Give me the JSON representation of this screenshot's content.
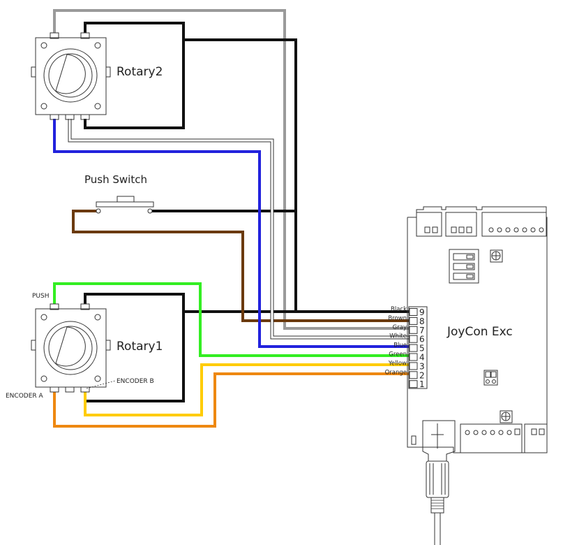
{
  "components": {
    "rotary2": "Rotary2",
    "rotary1": "Rotary1",
    "push_switch": "Push Switch",
    "controller": "JoyCon Exc"
  },
  "pin_labels": {
    "push": "PUSH",
    "encoder_a": "ENCODER A",
    "encoder_b": "ENCODER B"
  },
  "terminal": {
    "pins": [
      {
        "num": "9",
        "wire": "Black",
        "color": "#111111"
      },
      {
        "num": "8",
        "wire": "Brown",
        "color": "#6b3a0d"
      },
      {
        "num": "7",
        "wire": "Gray",
        "color": "#9a9a9a"
      },
      {
        "num": "6",
        "wire": "White",
        "color": "#ffffff"
      },
      {
        "num": "5",
        "wire": "Blue",
        "color": "#2222dd"
      },
      {
        "num": "4",
        "wire": "Green",
        "color": "#33ee22"
      },
      {
        "num": "3",
        "wire": "Yellow",
        "color": "#ffcc00"
      },
      {
        "num": "2",
        "wire": "Orange",
        "color": "#ee8811"
      },
      {
        "num": "1",
        "wire": "",
        "color": ""
      }
    ]
  }
}
